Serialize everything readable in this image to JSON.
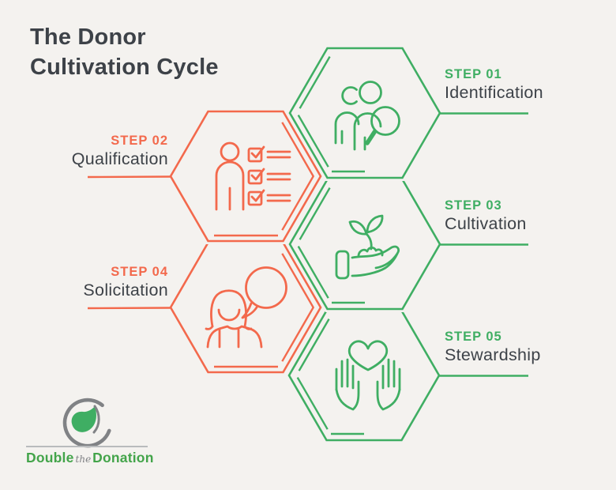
{
  "title": {
    "line1": "The Donor",
    "line2": "Cultivation Cycle"
  },
  "steps": [
    {
      "label": "STEP 01",
      "name": "Identification",
      "color": "#3fae63",
      "icon": "people-search-icon",
      "side": "right"
    },
    {
      "label": "STEP 02",
      "name": "Qualification",
      "color": "#f3694c",
      "icon": "person-checklist-icon",
      "side": "left"
    },
    {
      "label": "STEP 03",
      "name": "Cultivation",
      "color": "#3fae63",
      "icon": "hand-plant-icon",
      "side": "right"
    },
    {
      "label": "STEP 04",
      "name": "Solicitation",
      "color": "#f3694c",
      "icon": "woman-speech-bubble-icon",
      "side": "left"
    },
    {
      "label": "STEP 05",
      "name": "Stewardship",
      "color": "#3fae63",
      "icon": "hands-heart-icon",
      "side": "right"
    }
  ],
  "logo": {
    "word1": "Double",
    "word2": "the",
    "word3": "Donation"
  },
  "colors": {
    "background": "#f4f2ef",
    "green": "#3fae63",
    "orange": "#f3694c",
    "heading": "#3d4248",
    "logo_green": "#43a44a",
    "logo_gray": "#808285",
    "divider": "#b9bbbd"
  }
}
